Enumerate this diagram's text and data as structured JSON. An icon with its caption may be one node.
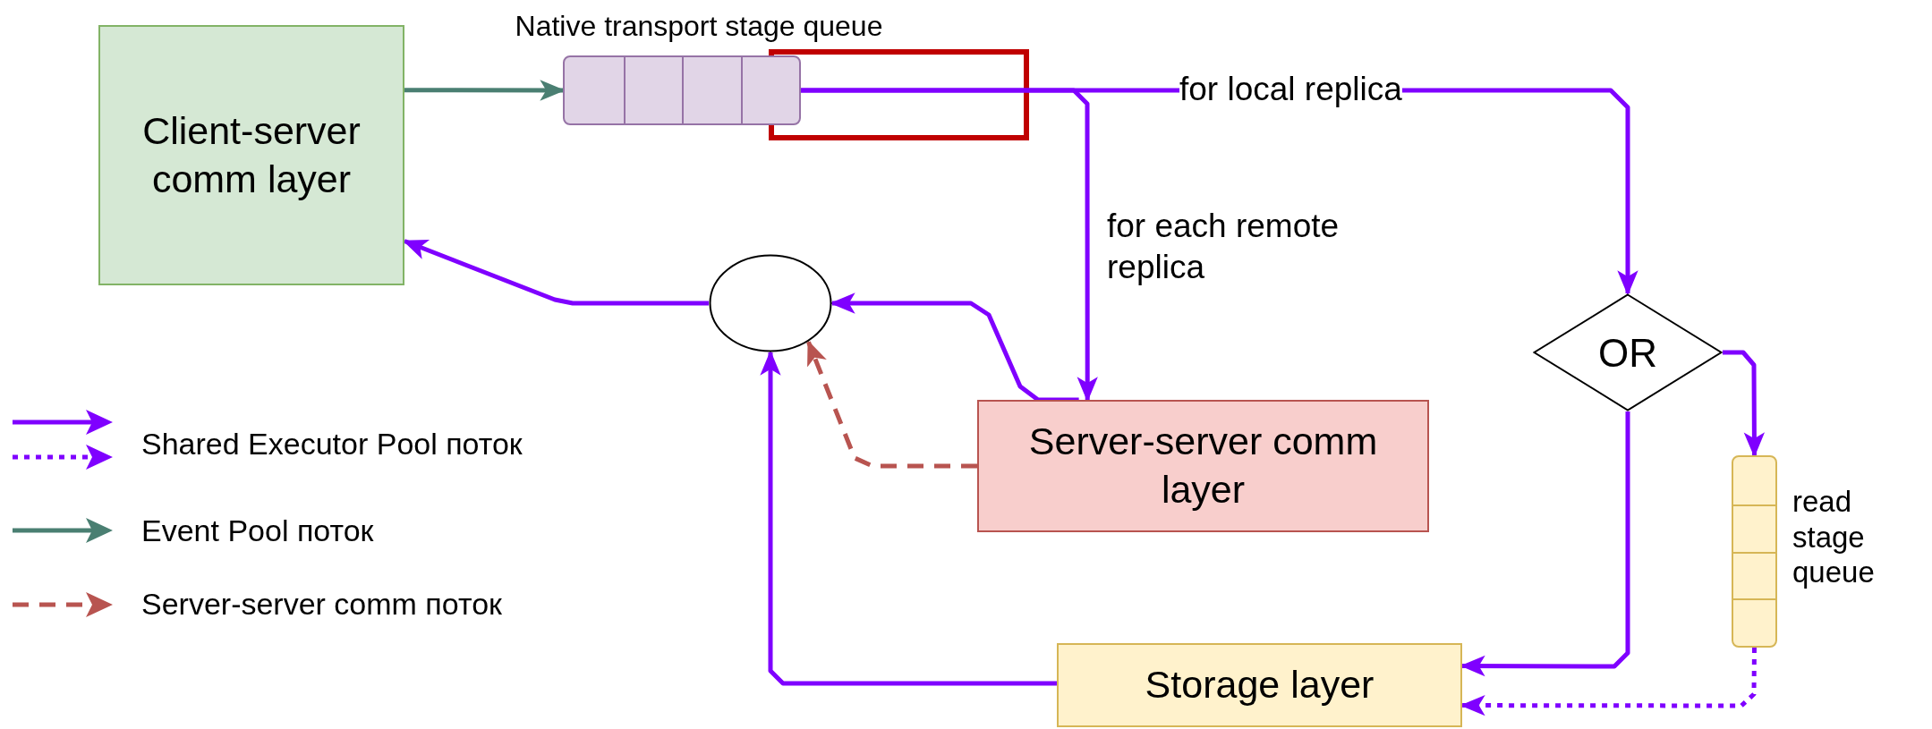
{
  "diagram": {
    "nodes": [
      {
        "text": [
          "Client-server comm layer"
        ]
      },
      {
        "text": [
          "Native transport stage queue"
        ]
      },
      {
        "text": [],
        "shape": "circle"
      },
      {
        "text": [
          "Server-server comm layer"
        ]
      },
      {
        "text": [
          "OR"
        ]
      },
      {
        "text": [
          "read stage queue"
        ]
      },
      {
        "text": [
          "Storage layer"
        ]
      }
    ],
    "edges": [
      {
        "from": 0,
        "to": 1,
        "arrow": "to",
        "color": "#4a7f72"
      },
      {
        "from": 1,
        "to": 4,
        "arrow": "to",
        "label": "for local replica"
      },
      {
        "from": 1,
        "to": 3,
        "arrow": "to",
        "label": "for each remote replica"
      },
      {
        "from": 3,
        "to": 2,
        "arrow": "to"
      },
      {
        "from": 2,
        "to": 0,
        "arrow": "to"
      },
      {
        "from": 6,
        "to": 2,
        "arrow": "to"
      },
      {
        "from": 3,
        "to": 2,
        "arrow": "to",
        "style": "dashed",
        "color": "#b85450"
      },
      {
        "from": 4,
        "to": 6,
        "arrow": "to"
      },
      {
        "from": 4,
        "to": 5,
        "arrow": "to"
      },
      {
        "from": 5,
        "to": 6,
        "arrow": "to",
        "style": "dashed"
      }
    ],
    "legend": [
      {
        "text": "Shared Executor Pool поток"
      },
      {
        "text": "Event Pool поток"
      },
      {
        "text": "Server-server comm поток"
      }
    ]
  }
}
